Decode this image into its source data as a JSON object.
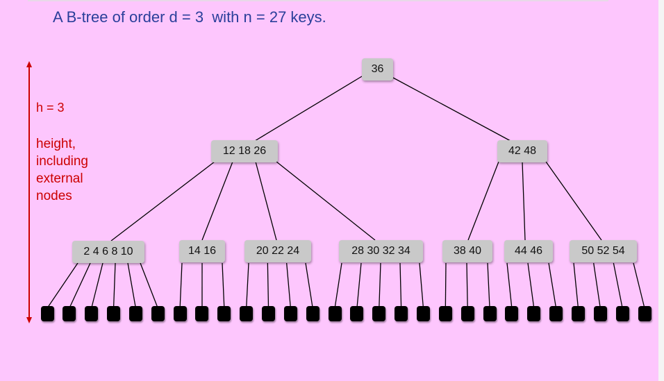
{
  "title": "A B-tree of order d = 3  with n = 27 keys.",
  "height_label": "h = 3",
  "height_description": "height, including external nodes",
  "colors": {
    "background": "#fdc6fd",
    "title": "#2a3f9a",
    "annotation": "#cc0000",
    "node": "#c9c9c9",
    "leaf": "#000000"
  },
  "tree": {
    "root": "36",
    "level1": [
      "12 18 26",
      "42 48"
    ],
    "level2": [
      "2 4 6 8 10",
      "14 16",
      "20 22 24",
      "28 30 32 34",
      "38 40",
      "44 46",
      "50 52 54"
    ],
    "external_node_count": 28
  }
}
